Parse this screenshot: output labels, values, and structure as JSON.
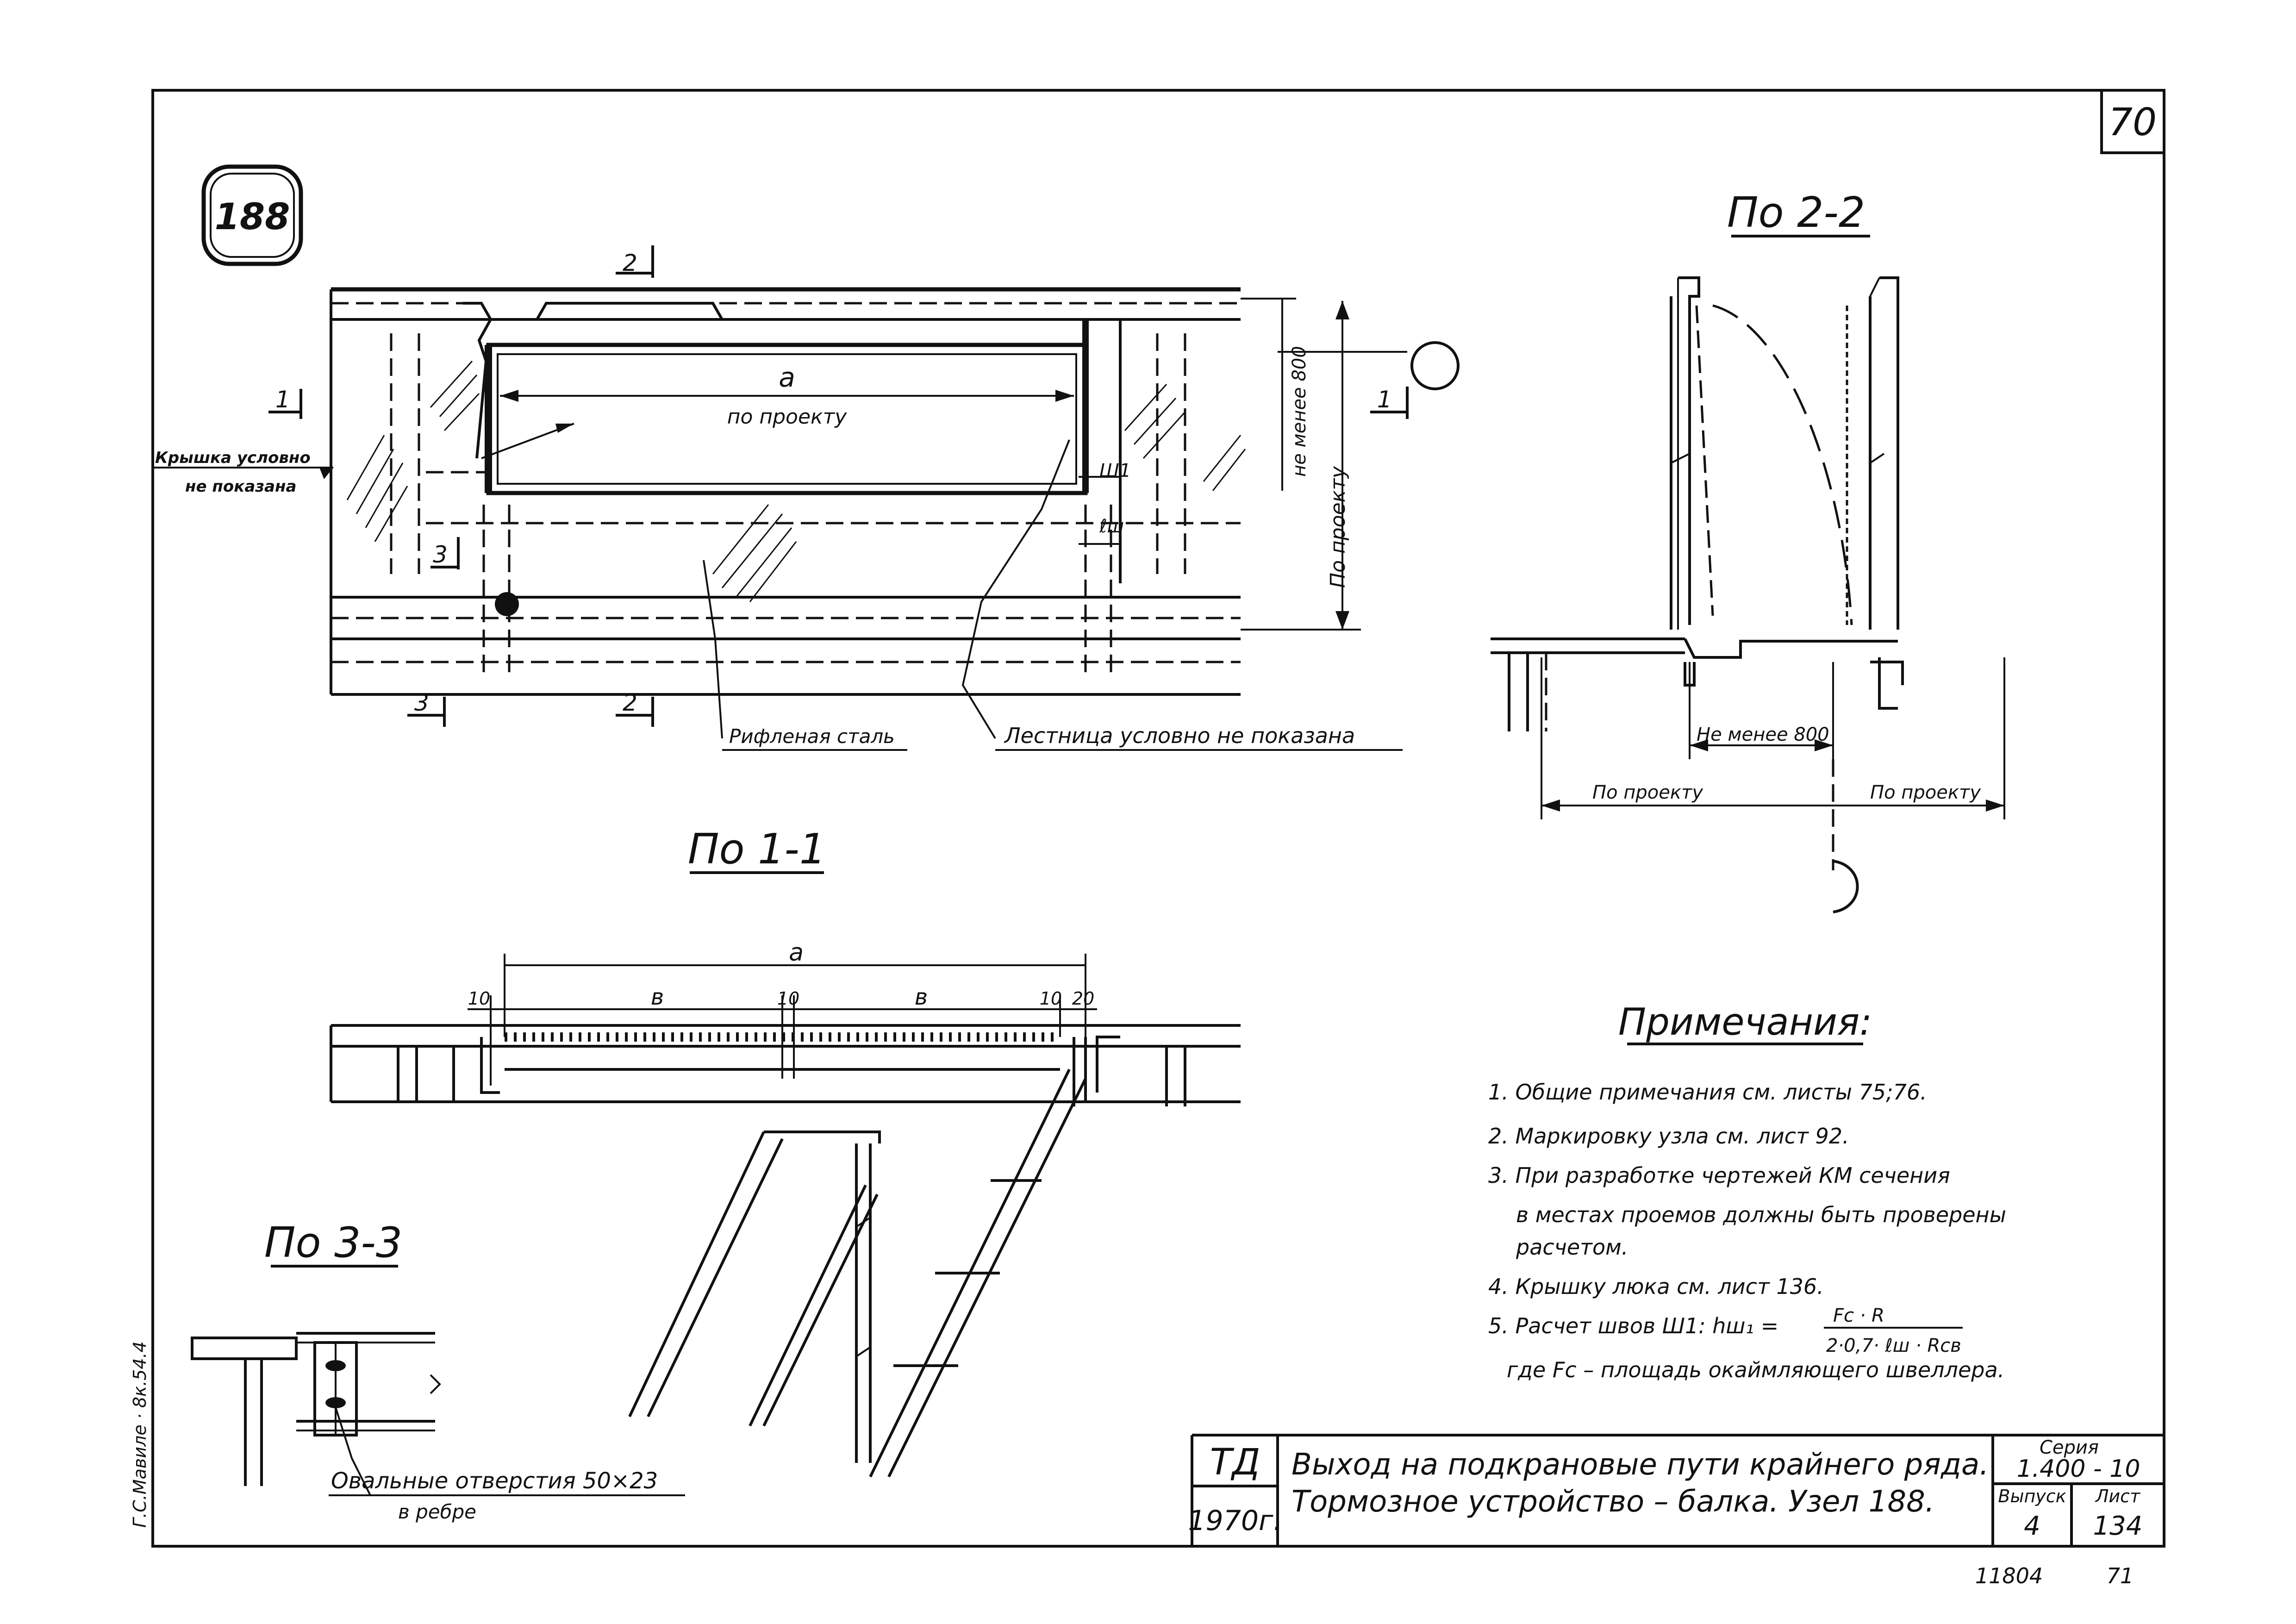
{
  "frame": {
    "sheet_number": "70",
    "side_stamp": "Г.С.Мавиле · 8к.54.4"
  },
  "node": {
    "number": "188"
  },
  "plan_view": {
    "dim_a": "a",
    "dim_a_note": "по проекту",
    "min_800": "не менее 800",
    "po_proektu": "По проекту",
    "weld_w1": "Ш1",
    "weld_length": "ℓш",
    "sections": {
      "s2_top": "2",
      "s1_left": "1",
      "s1_right": "1",
      "s3_inner": "3",
      "s3_bottom": "3",
      "s2_bottom": "2"
    },
    "cover_note_1": "Крышка условно",
    "cover_note_2": "не показана",
    "corrugated_steel": "Рифленая сталь",
    "ladder_note": "Лестница условно не показана"
  },
  "section_2_2": {
    "title": "По 2-2",
    "min_800": "Не менее 800",
    "po_proektu_left": "По проекту",
    "po_proektu_right": "По проекту"
  },
  "section_1_1": {
    "title": "По 1-1",
    "dim_a": "a",
    "dim_10_left": "10",
    "dim_b_left": "в",
    "dim_10_mid": "10",
    "dim_b_right": "в",
    "dim_10_right": "10",
    "dim_20": "20"
  },
  "section_3_3": {
    "title": "По 3-3",
    "oval_holes": "Овальные отверстия 50×23",
    "in_rib": "в ребре"
  },
  "notes": {
    "title": "Примечания:",
    "items": [
      "1.  Общие  примечания  см. листы  75;76.",
      "2.  Маркировку  узла  см. лист 92.",
      "3.  При разработке  чертежей  КМ сечения",
      "в местах  проемов  должны быть  проверены",
      "расчетом.",
      "4.  Крышку  люка  см. лист 136.",
      "5.  Расчет  швов   Ш1:  hш₁ =",
      "где Fс – площадь  окаймляющего  швеллера."
    ],
    "formula_numerator": "Fс · R",
    "formula_denominator": "2·0,7· ℓш · Rсв"
  },
  "title_block": {
    "td": "ТД",
    "year": "1970г.",
    "title_line1": "Выход  на  подкрановые  пути  крайнего ряда.",
    "title_line2": "Тормозное  устройство – балка.   Узел 188.",
    "series_caption": "Серия",
    "series_value": "1.400 - 10",
    "issue_caption": "Выпуск",
    "issue_value": "4",
    "sheet_caption": "Лист",
    "sheet_value": "134"
  },
  "footer": {
    "archive_number": "11804",
    "page_number": "71"
  }
}
